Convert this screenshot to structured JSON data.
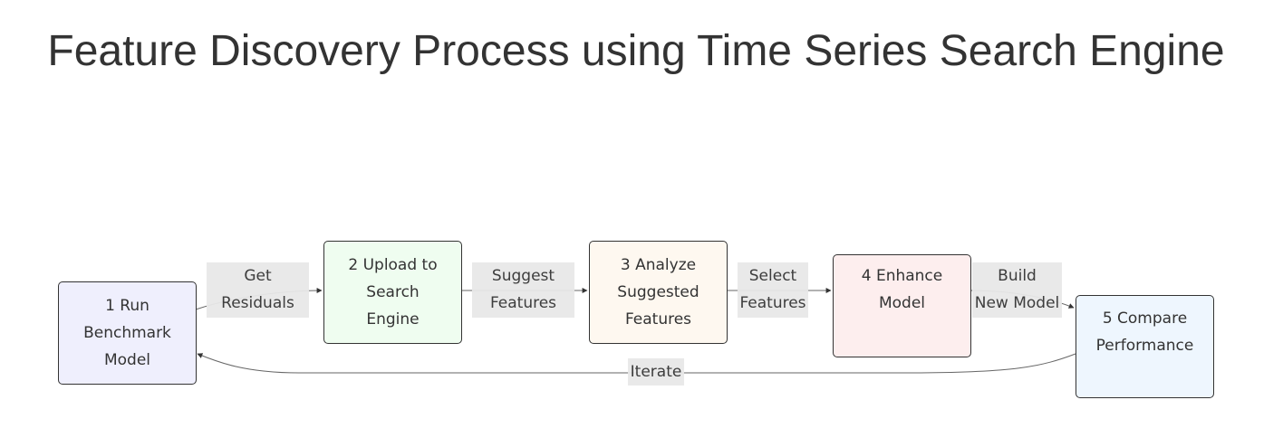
{
  "title": "Feature Discovery Process using Time Series Search Engine",
  "colors": {
    "stroke": "#333333",
    "text": "#333333",
    "edge_line": "#666666",
    "label_bg": "#e8e8e8",
    "node1": "#efeffd",
    "node2": "#effdf0",
    "node3": "#fef8f0",
    "node4": "#fdeeee",
    "node5": "#eef6fe"
  },
  "nodes": [
    {
      "id": "n1",
      "label": "1 Run\nBenchmark\nModel"
    },
    {
      "id": "n2",
      "label": "2 Upload to\nSearch\nEngine"
    },
    {
      "id": "n3",
      "label": "3 Analyze\nSuggested\nFeatures"
    },
    {
      "id": "n4",
      "label": "4 Enhance\nModel"
    },
    {
      "id": "n5",
      "label": "5 Compare\nPerformance"
    }
  ],
  "edges": [
    {
      "from": "n1",
      "to": "n2",
      "label": "Get\nResiduals"
    },
    {
      "from": "n2",
      "to": "n3",
      "label": "Suggest\nFeatures"
    },
    {
      "from": "n3",
      "to": "n4",
      "label": "Select\nFeatures"
    },
    {
      "from": "n4",
      "to": "n5",
      "label": "Build\nNew Model"
    },
    {
      "from": "n5",
      "to": "n1",
      "label": "Iterate"
    }
  ]
}
